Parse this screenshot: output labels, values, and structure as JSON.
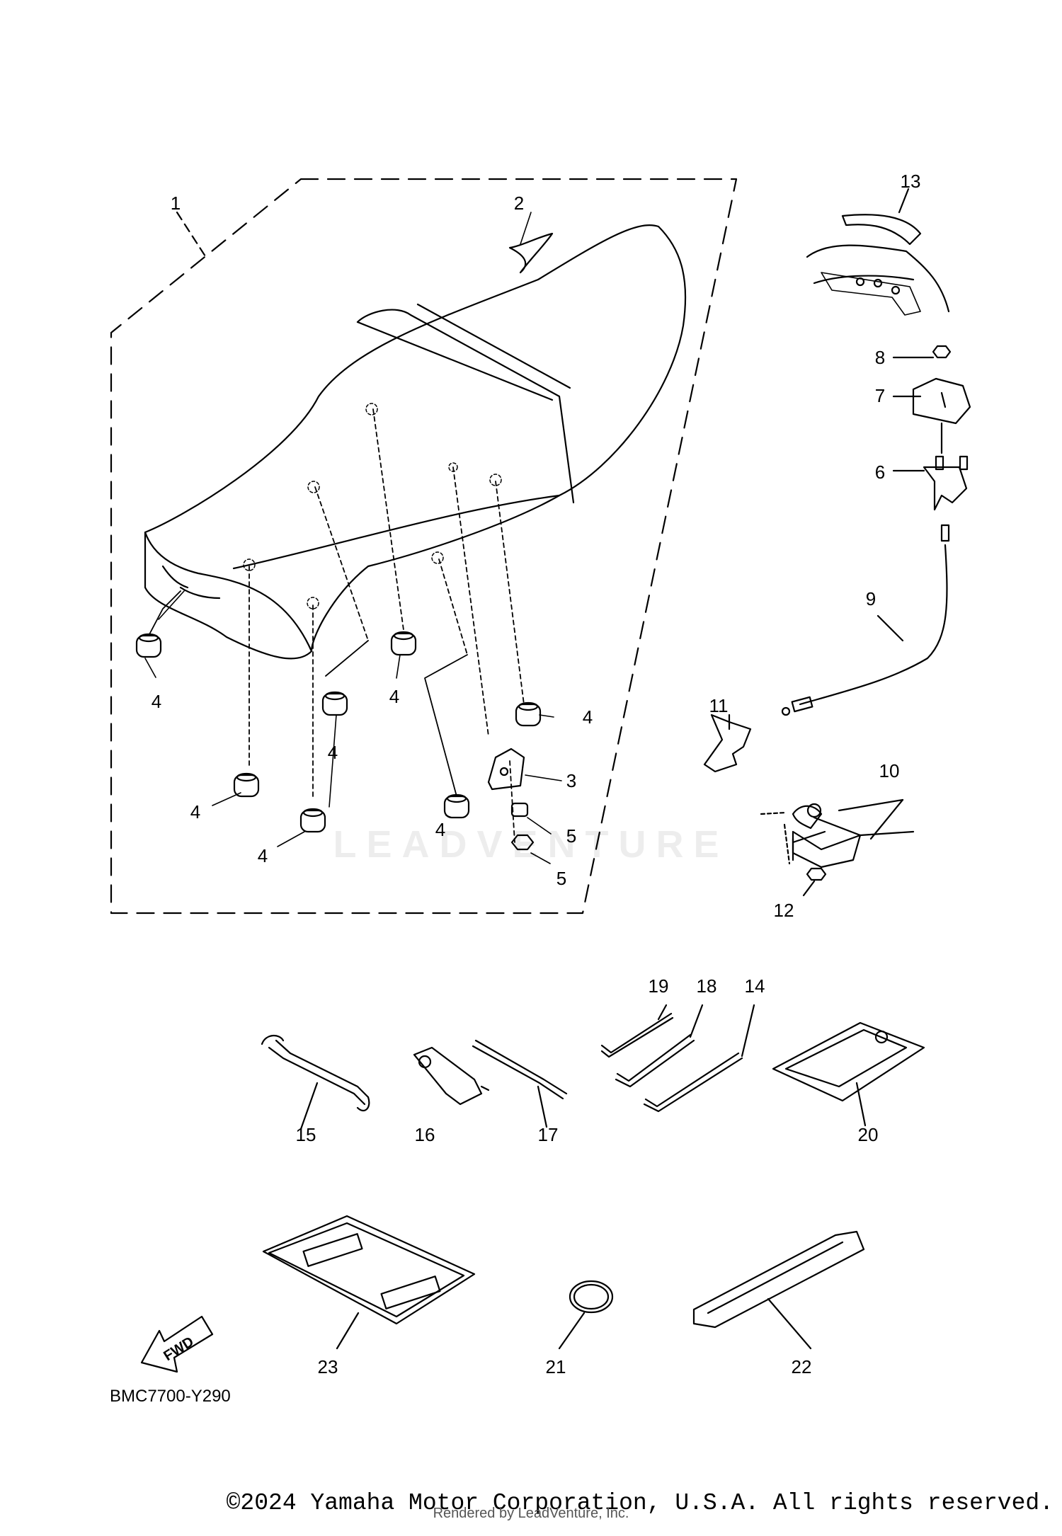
{
  "diagram": {
    "code": "BMC7700-Y290",
    "fwd_label": "FWD",
    "callouts": {
      "c1": "1",
      "c2": "2",
      "c3": "3",
      "c4a": "4",
      "c4b": "4",
      "c4c": "4",
      "c4d": "4",
      "c4e": "4",
      "c4f": "4",
      "c4g": "4",
      "c5a": "5",
      "c5b": "5",
      "c6": "6",
      "c7": "7",
      "c8": "8",
      "c9": "9",
      "c10": "10",
      "c11": "11",
      "c12": "12",
      "c13": "13",
      "c14": "14",
      "c15": "15",
      "c16": "16",
      "c17": "17",
      "c18": "18",
      "c19": "19",
      "c20": "20",
      "c21": "21",
      "c22": "22",
      "c23": "23"
    }
  },
  "watermark": "LEADVENTURE",
  "footer": {
    "copyright": "©2024 Yamaha Motor Corporation, U.S.A. All rights reserved.",
    "rendered_by": "Rendered by LeadVenture, Inc."
  },
  "colors": {
    "line": "#000000",
    "background": "#ffffff",
    "watermark": "#e6e6e6"
  }
}
